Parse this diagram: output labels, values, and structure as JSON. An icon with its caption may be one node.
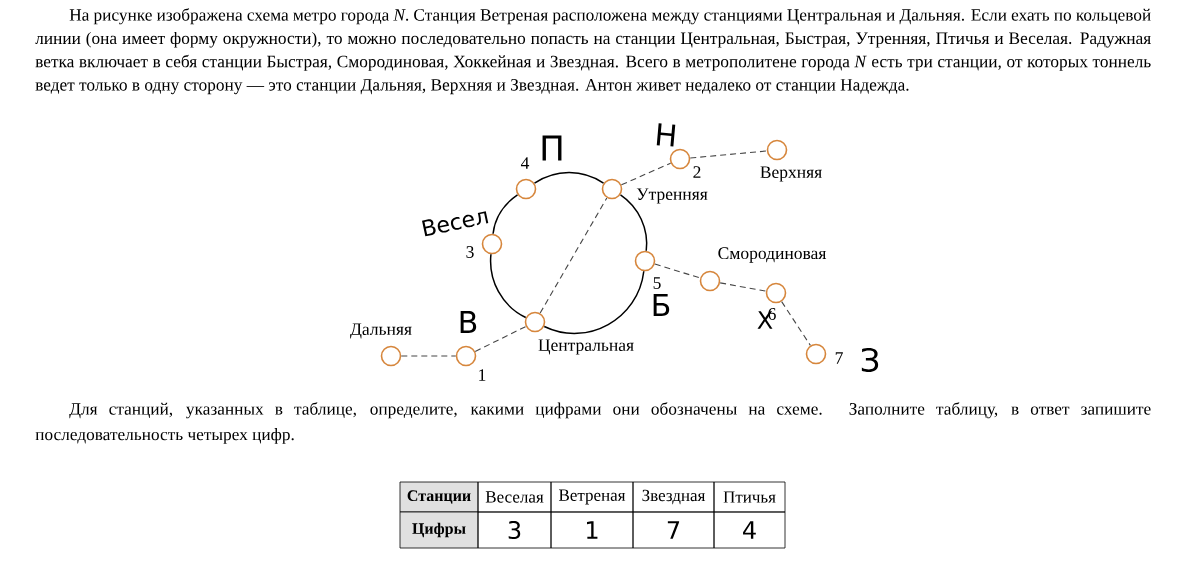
{
  "diagram": {
    "nodes": [
      {
        "text": [],
        "shape": "circle",
        "beside": [
          "4"
        ]
      },
      {
        "text": [],
        "shape": "circle",
        "beside": [
          "2"
        ]
      },
      {
        "text": [],
        "shape": "circle",
        "beside": [
          "Верхняя"
        ]
      },
      {
        "text": [],
        "shape": "circle",
        "beside": [
          "Утренняя"
        ]
      },
      {
        "text": [],
        "shape": "circle",
        "beside": [
          "3"
        ]
      },
      {
        "text": [],
        "shape": "circle",
        "beside": [
          "5"
        ]
      },
      {
        "text": [],
        "shape": "circle",
        "beside": [
          "Смородиновая"
        ]
      },
      {
        "text": [],
        "shape": "circle",
        "beside": [
          "6"
        ]
      },
      {
        "text": [],
        "shape": "circle",
        "beside": [
          "Центральная"
        ]
      },
      {
        "text": [],
        "shape": "circle",
        "beside": [
          "Дальняя"
        ]
      },
      {
        "text": [],
        "shape": "circle",
        "beside": [
          "1"
        ]
      },
      {
        "text": [],
        "shape": "circle",
        "beside": [
          "7"
        ]
      }
    ],
    "edges": [
      {
        "from": 8,
        "to": 5,
        "arrow": "none"
      },
      {
        "from": 5,
        "to": 3,
        "arrow": "none"
      },
      {
        "from": 3,
        "to": 0,
        "arrow": "none"
      },
      {
        "from": 0,
        "to": 4,
        "arrow": "none"
      },
      {
        "from": 4,
        "to": 8,
        "arrow": "none"
      },
      {
        "from": 9,
        "to": 10,
        "arrow": "none",
        "style": "dashed"
      },
      {
        "from": 10,
        "to": 8,
        "arrow": "none",
        "style": "dashed"
      },
      {
        "from": 8,
        "to": 3,
        "arrow": "none",
        "style": "dashed"
      },
      {
        "from": 3,
        "to": 1,
        "arrow": "none",
        "style": "dashed"
      },
      {
        "from": 1,
        "to": 2,
        "arrow": "none",
        "style": "dashed"
      },
      {
        "from": 5,
        "to": 6,
        "arrow": "none",
        "style": "dashed"
      },
      {
        "from": 6,
        "to": 7,
        "arrow": "none",
        "style": "dashed"
      },
      {
        "from": 7,
        "to": 11,
        "arrow": "none",
        "style": "dashed"
      }
    ],
    "labels": [
      "На рисунке изображена схема метро города *N*. Станция Ветреная расположена между станциями Центральная и Дальняя. Если ехать по кольцевой линии (она имеет форму окружности), то можно последовательно попасть на станции Центральная, Быстрая, Утренняя, Птичья и Веселая. Радужная ветка включает в себя станции Быстрая, Смородиновая, Хоккейная и Звездная. Всего в метрополитене города *N* есть три станции, от которых тоннель ведет только в одну сторону — это станции Дальняя, Верхняя и Звездная. Антон живет недалеко от станции Надежда.",
      "Для станций, указанных в таблице, определите, какими цифрами они обозначены на схеме. Заполните таблицу, в ответ запишите последовательность четырех цифр.",
      "П",
      "Н",
      "Весел",
      "В",
      "Б",
      "Х",
      "З",
      "Станции",
      "Веселая",
      "Ветреная",
      "Звездная",
      "Птичья",
      "Цифры",
      "3",
      "1",
      "7",
      "4"
    ]
  }
}
